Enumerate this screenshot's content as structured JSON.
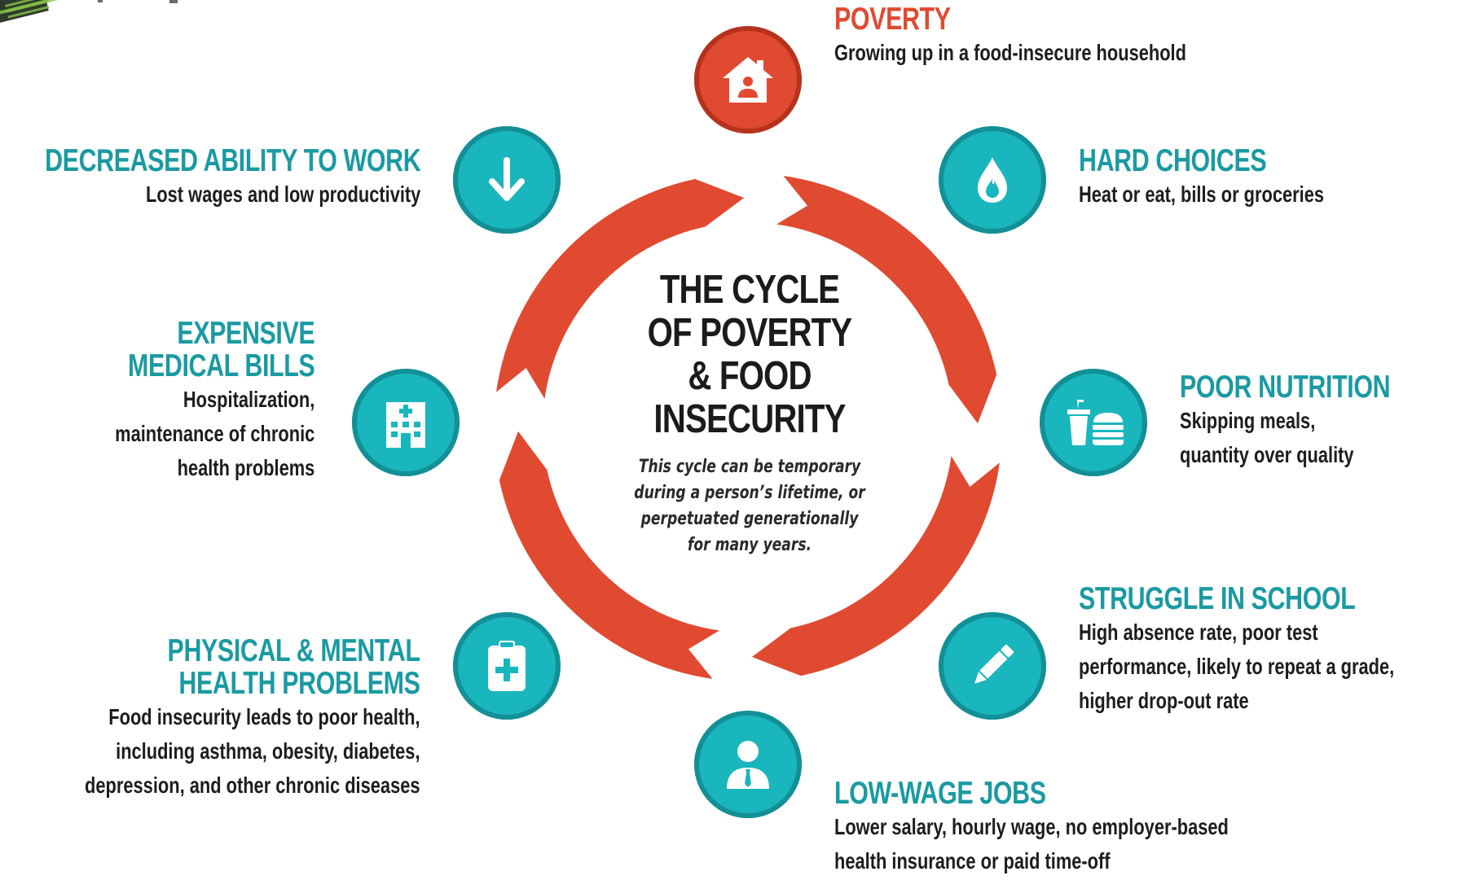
{
  "colors": {
    "teal": "#1ab6bd",
    "teal_dark": "#1a9aa2",
    "red": "#e04a30",
    "text": "#1d1d1d"
  },
  "center": {
    "title_lines": [
      "THE CYCLE",
      "OF POVERTY",
      "& FOOD",
      "INSECURITY"
    ],
    "subtitle_lines": [
      "This cycle can be temporary",
      "during a person’s lifetime, or",
      "perpetuated generationally",
      "for many years."
    ]
  },
  "nodes": {
    "poverty": {
      "icon": "house-person-icon",
      "heading": "POVERTY",
      "desc_lines": [
        "Growing up in a food-insecure household"
      ]
    },
    "hard_choices": {
      "icon": "flame-drop-icon",
      "heading": "HARD CHOICES",
      "desc_lines": [
        "Heat or eat, bills or groceries"
      ]
    },
    "poor_nutrition": {
      "icon": "soda-burger-icon",
      "heading": "POOR NUTRITION",
      "desc_lines": [
        "Skipping meals,",
        "quantity over quality"
      ]
    },
    "struggle_school": {
      "icon": "pencil-icon",
      "heading": "STRUGGLE IN SCHOOL",
      "desc_lines": [
        "High absence rate, poor test",
        "performance, likely to repeat a grade,",
        "higher drop-out rate"
      ]
    },
    "low_wage": {
      "icon": "worker-icon",
      "heading": "LOW-WAGE JOBS",
      "desc_lines": [
        "Lower salary, hourly wage, no employer-based",
        "health insurance or paid time-off"
      ]
    },
    "health": {
      "icon": "clipboard-cross-icon",
      "heading_lines": [
        "PHYSICAL & MENTAL",
        "HEALTH PROBLEMS"
      ],
      "desc_lines": [
        "Food insecurity leads to poor health,",
        "including asthma, obesity, diabetes,",
        "depression, and other chronic diseases"
      ]
    },
    "medical": {
      "icon": "hospital-icon",
      "heading_lines": [
        "EXPENSIVE",
        "MEDICAL BILLS"
      ],
      "desc_lines": [
        "Hospitalization,",
        "maintenance of chronic",
        "health problems"
      ]
    },
    "work": {
      "icon": "down-arrow-icon",
      "heading": "DECREASED ABILITY TO WORK",
      "desc_lines": [
        "Lost wages and low productivity"
      ]
    }
  }
}
